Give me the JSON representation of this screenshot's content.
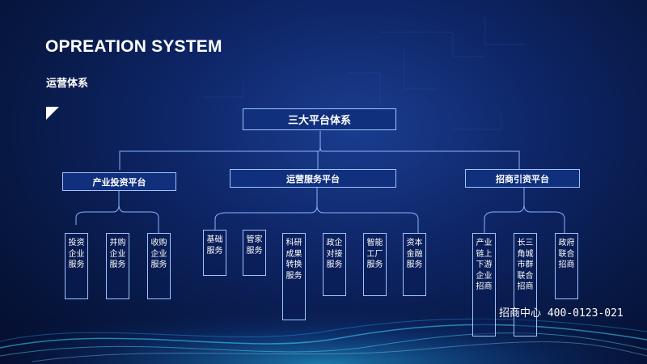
{
  "header": {
    "title": "OPREATION SYSTEM",
    "subtitle": "运营体系"
  },
  "org_chart": {
    "root": "三大平台体系",
    "branches": [
      {
        "label": "产业投资平台",
        "children": [
          "投资企业服务",
          "并购企业服务",
          "收购企业服务"
        ]
      },
      {
        "label": "运营服务平台",
        "children": [
          "基础服务",
          "管家服务",
          "科研成果转换服务",
          "政企对接服务",
          "智能工厂服务",
          "资本金融服务"
        ]
      },
      {
        "label": "招商引资平台",
        "children": [
          "产业链上下游企业招商",
          "长三角城市群联合招商",
          "政府联合招商"
        ]
      }
    ]
  },
  "footer": {
    "hotline": "招商中心 400-0123-021"
  },
  "colors": {
    "background_dark": "#071843",
    "background_light": "#1a3d8f",
    "box_fill": "#10307e",
    "box_border": "#9fc4ff",
    "connector": "#8ab4ff",
    "text": "#ffffff"
  }
}
